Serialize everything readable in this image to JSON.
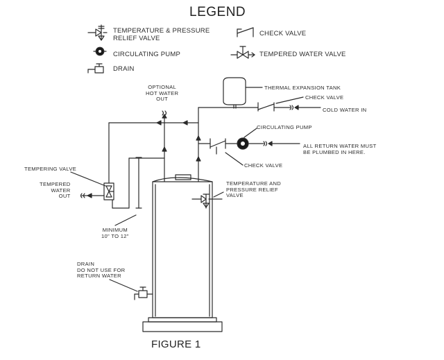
{
  "legend": {
    "title": "LEGEND",
    "items": {
      "tprv": "TEMPERATURE & PRESSURE\nRELIEF VALVE",
      "check_valve": "CHECK VALVE",
      "circulating_pump": "CIRCULATING PUMP",
      "tempered_water_valve": "TEMPERED WATER VALVE",
      "drain": "DRAIN"
    }
  },
  "labels": {
    "optional_hot_water_out": "OPTIONAL\nHOT WATER\nOUT",
    "thermal_expansion_tank": "THERMAL EXPANSION TANK",
    "check_valve_top": "CHECK VALVE",
    "cold_water_in": "COLD WATER IN",
    "circulating_pump": "CIRCULATING PUMP",
    "all_return_water": "ALL RETURN WATER MUST\nBE PLUMBED IN HERE.",
    "check_valve_lower": "CHECK VALVE",
    "tempering_valve": "TEMPERING VALVE",
    "tempered_water_out": "TEMPERED\nWATER\nOUT",
    "tprv": "TEMPERATURE AND\nPRESSURE RELIEF\nVALVE",
    "minimum": "MINIMUM\n10\" TO 12\"",
    "drain_note": "DRAIN\nDO NOT USE FOR\nRETURN WATER"
  },
  "caption": "FIGURE 1",
  "colors": {
    "line": "#2b2b2b",
    "tank_fill": "#ffffff",
    "pump_fill": "#1a1a1a"
  }
}
